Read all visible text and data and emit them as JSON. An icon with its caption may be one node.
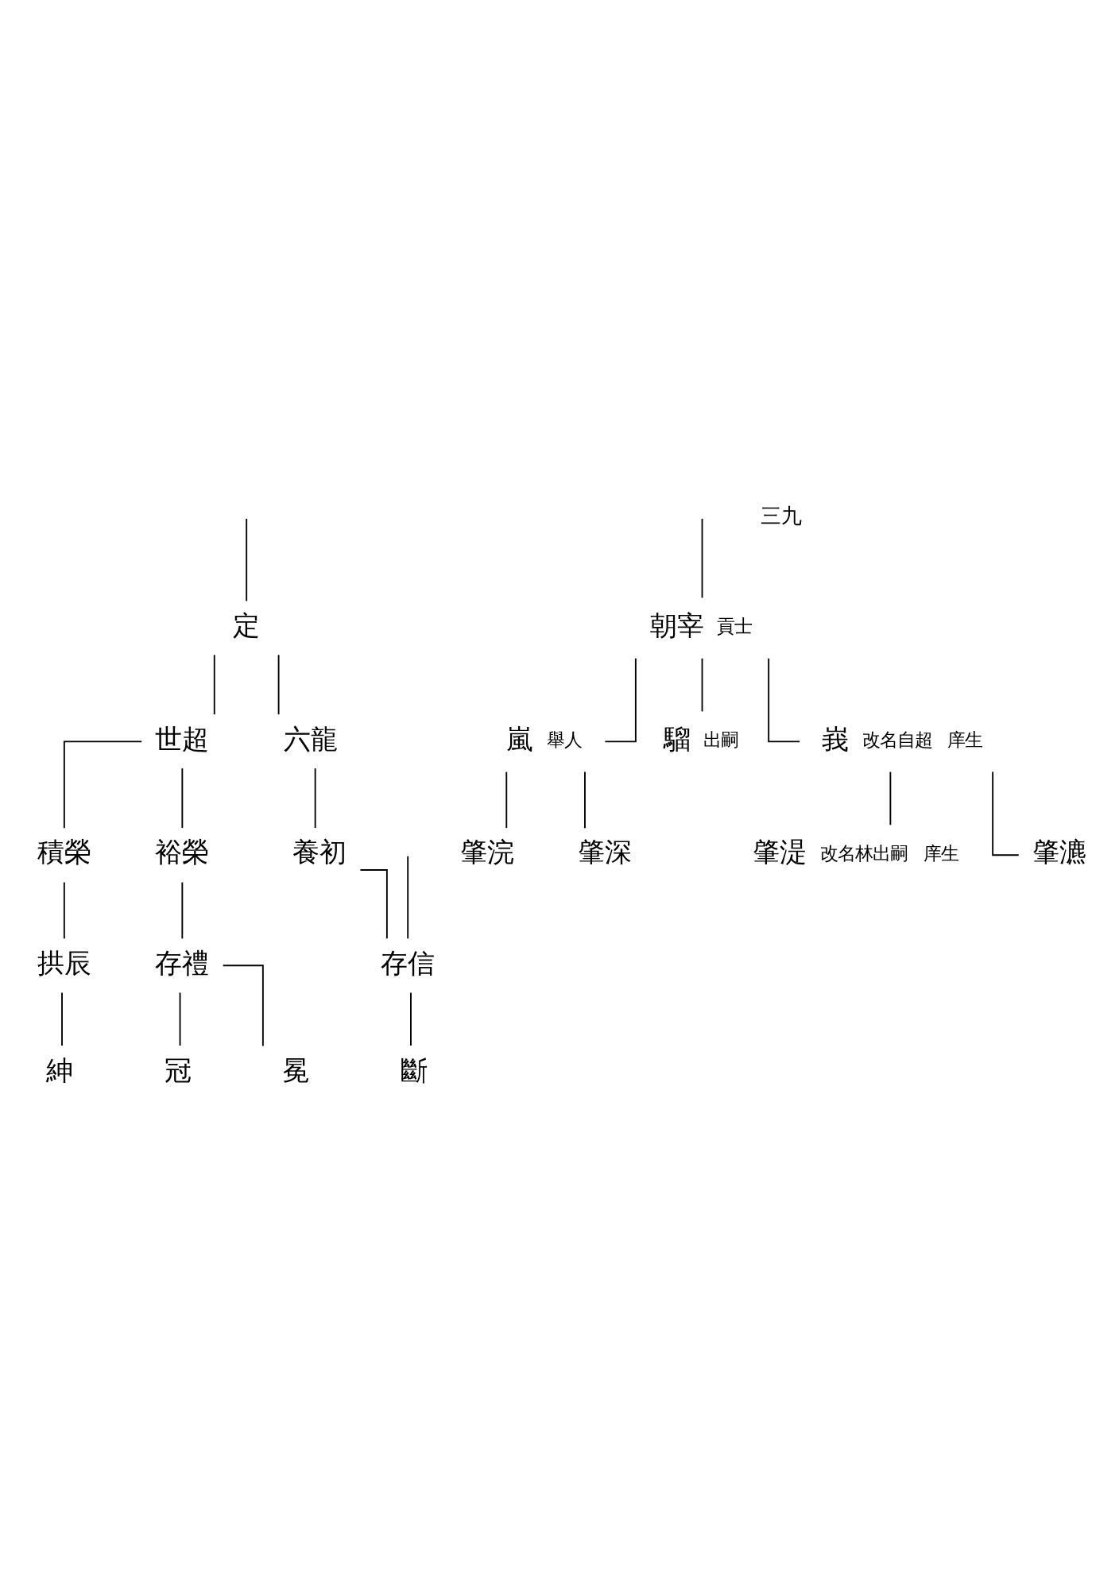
{
  "diagram": {
    "nodes": [
      {
        "text": [
          "定"
        ]
      },
      {
        "text": [
          "世超"
        ]
      },
      {
        "text": [
          "六龍"
        ]
      },
      {
        "text": [
          "積榮"
        ]
      },
      {
        "text": [
          "裕榮"
        ]
      },
      {
        "text": [
          "養初"
        ]
      },
      {
        "text": [
          "朝宰"
        ],
        "beside": [
          "貢士"
        ]
      },
      {
        "text": [
          "存信"
        ]
      },
      {
        "text": [
          "存禮"
        ]
      },
      {
        "text": [
          "拱辰"
        ]
      },
      {
        "text": [
          "嵐"
        ],
        "beside": [
          "舉人"
        ]
      },
      {
        "text": [
          "騮"
        ],
        "beside": [
          "出嗣"
        ]
      },
      {
        "text": [
          "峩"
        ],
        "beside": [
          "改名自超",
          "庠生"
        ]
      },
      {
        "text": [
          "斷"
        ]
      },
      {
        "text": [
          "冠"
        ]
      },
      {
        "text": [
          "冕"
        ]
      },
      {
        "text": [
          "紳"
        ]
      },
      {
        "text": [
          "肇湜"
        ],
        "beside": [
          "改名林出嗣",
          "庠生"
        ]
      },
      {
        "text": [
          "肇瀌"
        ]
      },
      {
        "text": [
          "肇浣"
        ]
      },
      {
        "text": [
          "肇深"
        ]
      }
    ],
    "edges": [
      {
        "from": null,
        "to": 0,
        "arrow": "none"
      },
      {
        "from": 0,
        "to": 1,
        "arrow": "none"
      },
      {
        "from": 0,
        "to": 2,
        "arrow": "none"
      },
      {
        "from": 1,
        "to": 3,
        "arrow": "none"
      },
      {
        "from": 1,
        "to": 4,
        "arrow": "none"
      },
      {
        "from": 2,
        "to": 5,
        "arrow": "none"
      },
      {
        "from": 5,
        "to": 7,
        "arrow": "none"
      },
      {
        "from": null,
        "to": 7,
        "arrow": "none"
      },
      {
        "from": 4,
        "to": 8,
        "arrow": "none"
      },
      {
        "from": 3,
        "to": 9,
        "arrow": "none"
      },
      {
        "from": null,
        "to": 6,
        "arrow": "none"
      },
      {
        "from": 6,
        "to": 10,
        "arrow": "none"
      },
      {
        "from": 6,
        "to": 11,
        "arrow": "none"
      },
      {
        "from": 6,
        "to": 12,
        "arrow": "none"
      },
      {
        "from": 7,
        "to": 13,
        "arrow": "none"
      },
      {
        "from": 8,
        "to": 14,
        "arrow": "none"
      },
      {
        "from": 8,
        "to": 15,
        "arrow": "none"
      },
      {
        "from": 9,
        "to": 16,
        "arrow": "none"
      },
      {
        "from": 12,
        "to": 17,
        "arrow": "none"
      },
      {
        "from": 12,
        "to": 18,
        "arrow": "none"
      },
      {
        "from": 10,
        "to": 19,
        "arrow": "none"
      },
      {
        "from": 10,
        "to": 20,
        "arrow": "none"
      }
    ],
    "labels": [
      "三九"
    ]
  }
}
